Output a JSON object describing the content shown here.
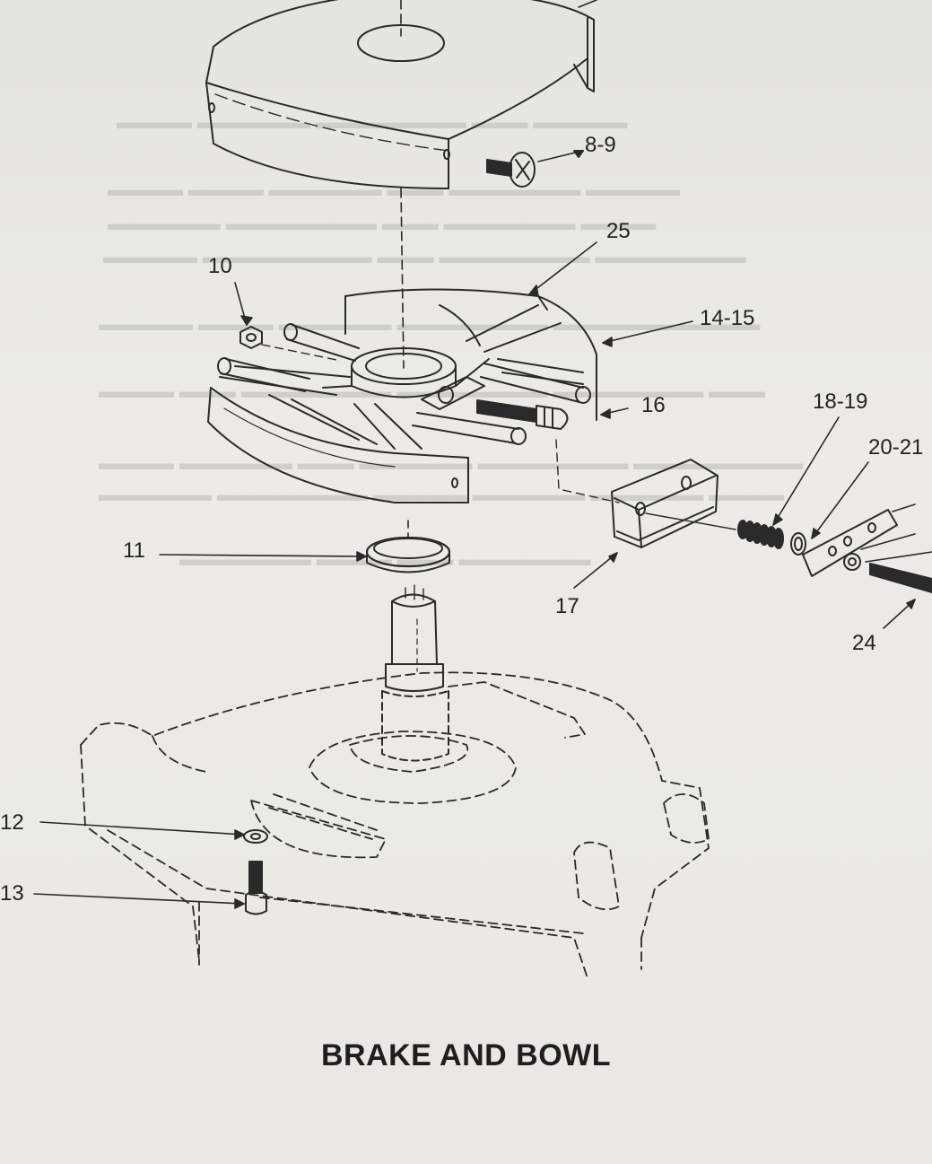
{
  "caption": "BRAKE  AND BOWL",
  "part_labels": [
    "8-9",
    "25",
    "10",
    "14-15",
    "16",
    "18-19",
    "20-21",
    "11",
    "17",
    "24",
    "12",
    "13"
  ],
  "colors": {
    "paper": "#e9e9e6",
    "ink": "#222222"
  }
}
